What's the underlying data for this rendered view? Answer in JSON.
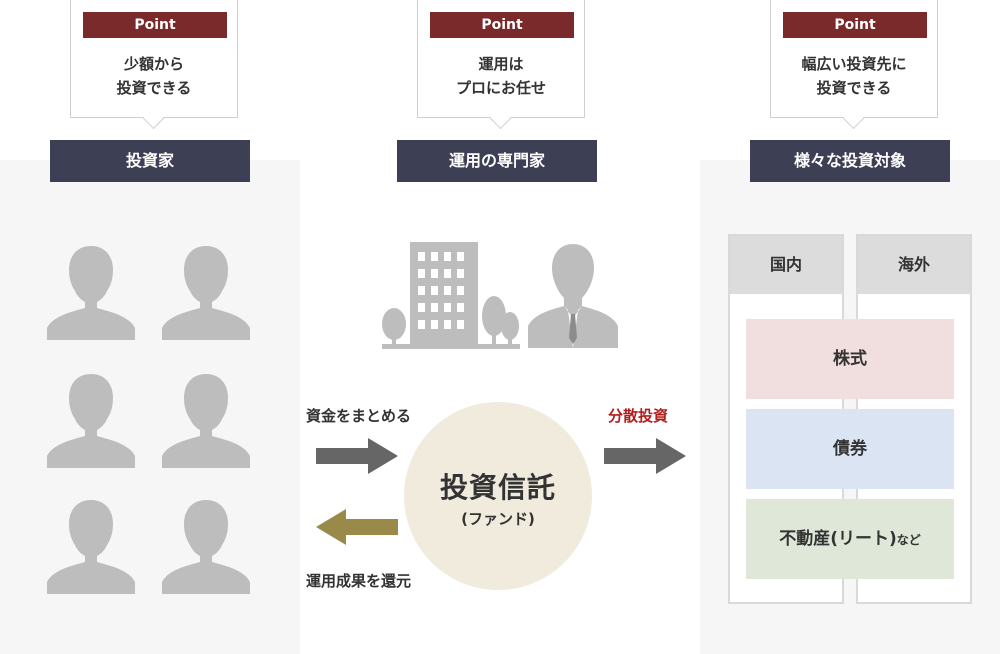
{
  "points": [
    {
      "tag": "Point",
      "line1": "少額から",
      "line2": "投資できる"
    },
    {
      "tag": "Point",
      "line1": "運用は",
      "line2": "プロにお任せ"
    },
    {
      "tag": "Point",
      "line1": "幅広い投資先に",
      "line2": "投資できる"
    }
  ],
  "headers": {
    "investors": "投資家",
    "professionals": "運用の専門家",
    "targets": "様々な投資対象"
  },
  "fund": {
    "title": "投資信託",
    "subtitle": "(ファンド)"
  },
  "flows": {
    "collect": "資金をまとめる",
    "return": "運用成果を還元",
    "diversify": "分散投資"
  },
  "regions": {
    "domestic": "国内",
    "overseas": "海外"
  },
  "assets": {
    "stocks": "株式",
    "bonds": "債券",
    "realestate_main": "不動産(リート)",
    "realestate_suffix": "など"
  },
  "colors": {
    "header_bg": "#3d3f55",
    "point_tag": "#7a2a2a",
    "fund_circle": "#f0ebdd",
    "arrow_gray": "#666666",
    "arrow_gold": "#9a8a4a",
    "diversify_text": "#b01e1e",
    "stocks_bg": "#f1dede",
    "bonds_bg": "#dbe4f3",
    "realestate_bg": "#dfe8d8",
    "icon_gray": "#bdbdbd"
  }
}
